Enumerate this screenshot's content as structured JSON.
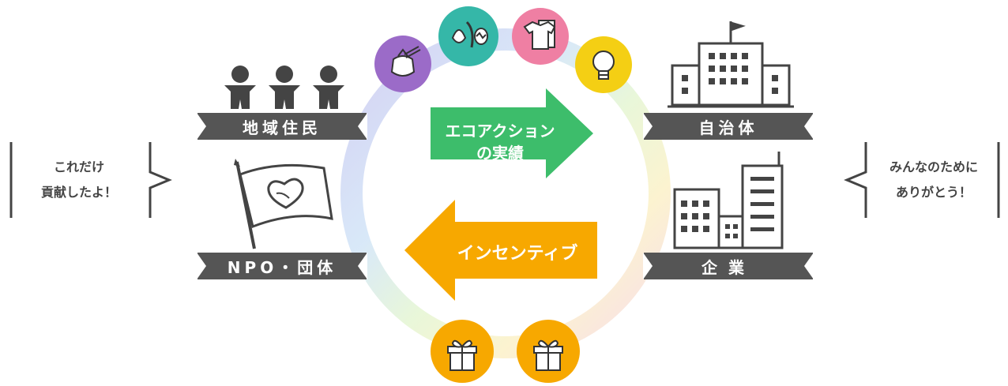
{
  "left_labels": {
    "residents": "地域住民",
    "npo": "NPO・団体"
  },
  "right_labels": {
    "municipality": "自治体",
    "company": "企業"
  },
  "left_speech": {
    "line1": "これだけ",
    "line2": "貢献したよ！"
  },
  "right_speech": {
    "line1": "みんなのために",
    "line2": "ありがとう！"
  },
  "arrows": {
    "eco_line1": "エコアクション",
    "eco_line2": "の実績",
    "incentive": "インセンティブ"
  },
  "colors": {
    "green": "#3dbd6b",
    "orange": "#f7a800",
    "ribbon": "#555555",
    "purple": "#9b6bc8",
    "teal": "#35b7a8",
    "pink": "#ef7fa3",
    "yellow": "#f4cf14",
    "gift": "#f7a800"
  },
  "icons": {
    "trash_bag": "trash-bag-icon",
    "food_waste": "food-waste-icon",
    "clothes": "clothes-icon",
    "light_bulb": "light-bulb-icon",
    "gift": "gift-icon"
  }
}
